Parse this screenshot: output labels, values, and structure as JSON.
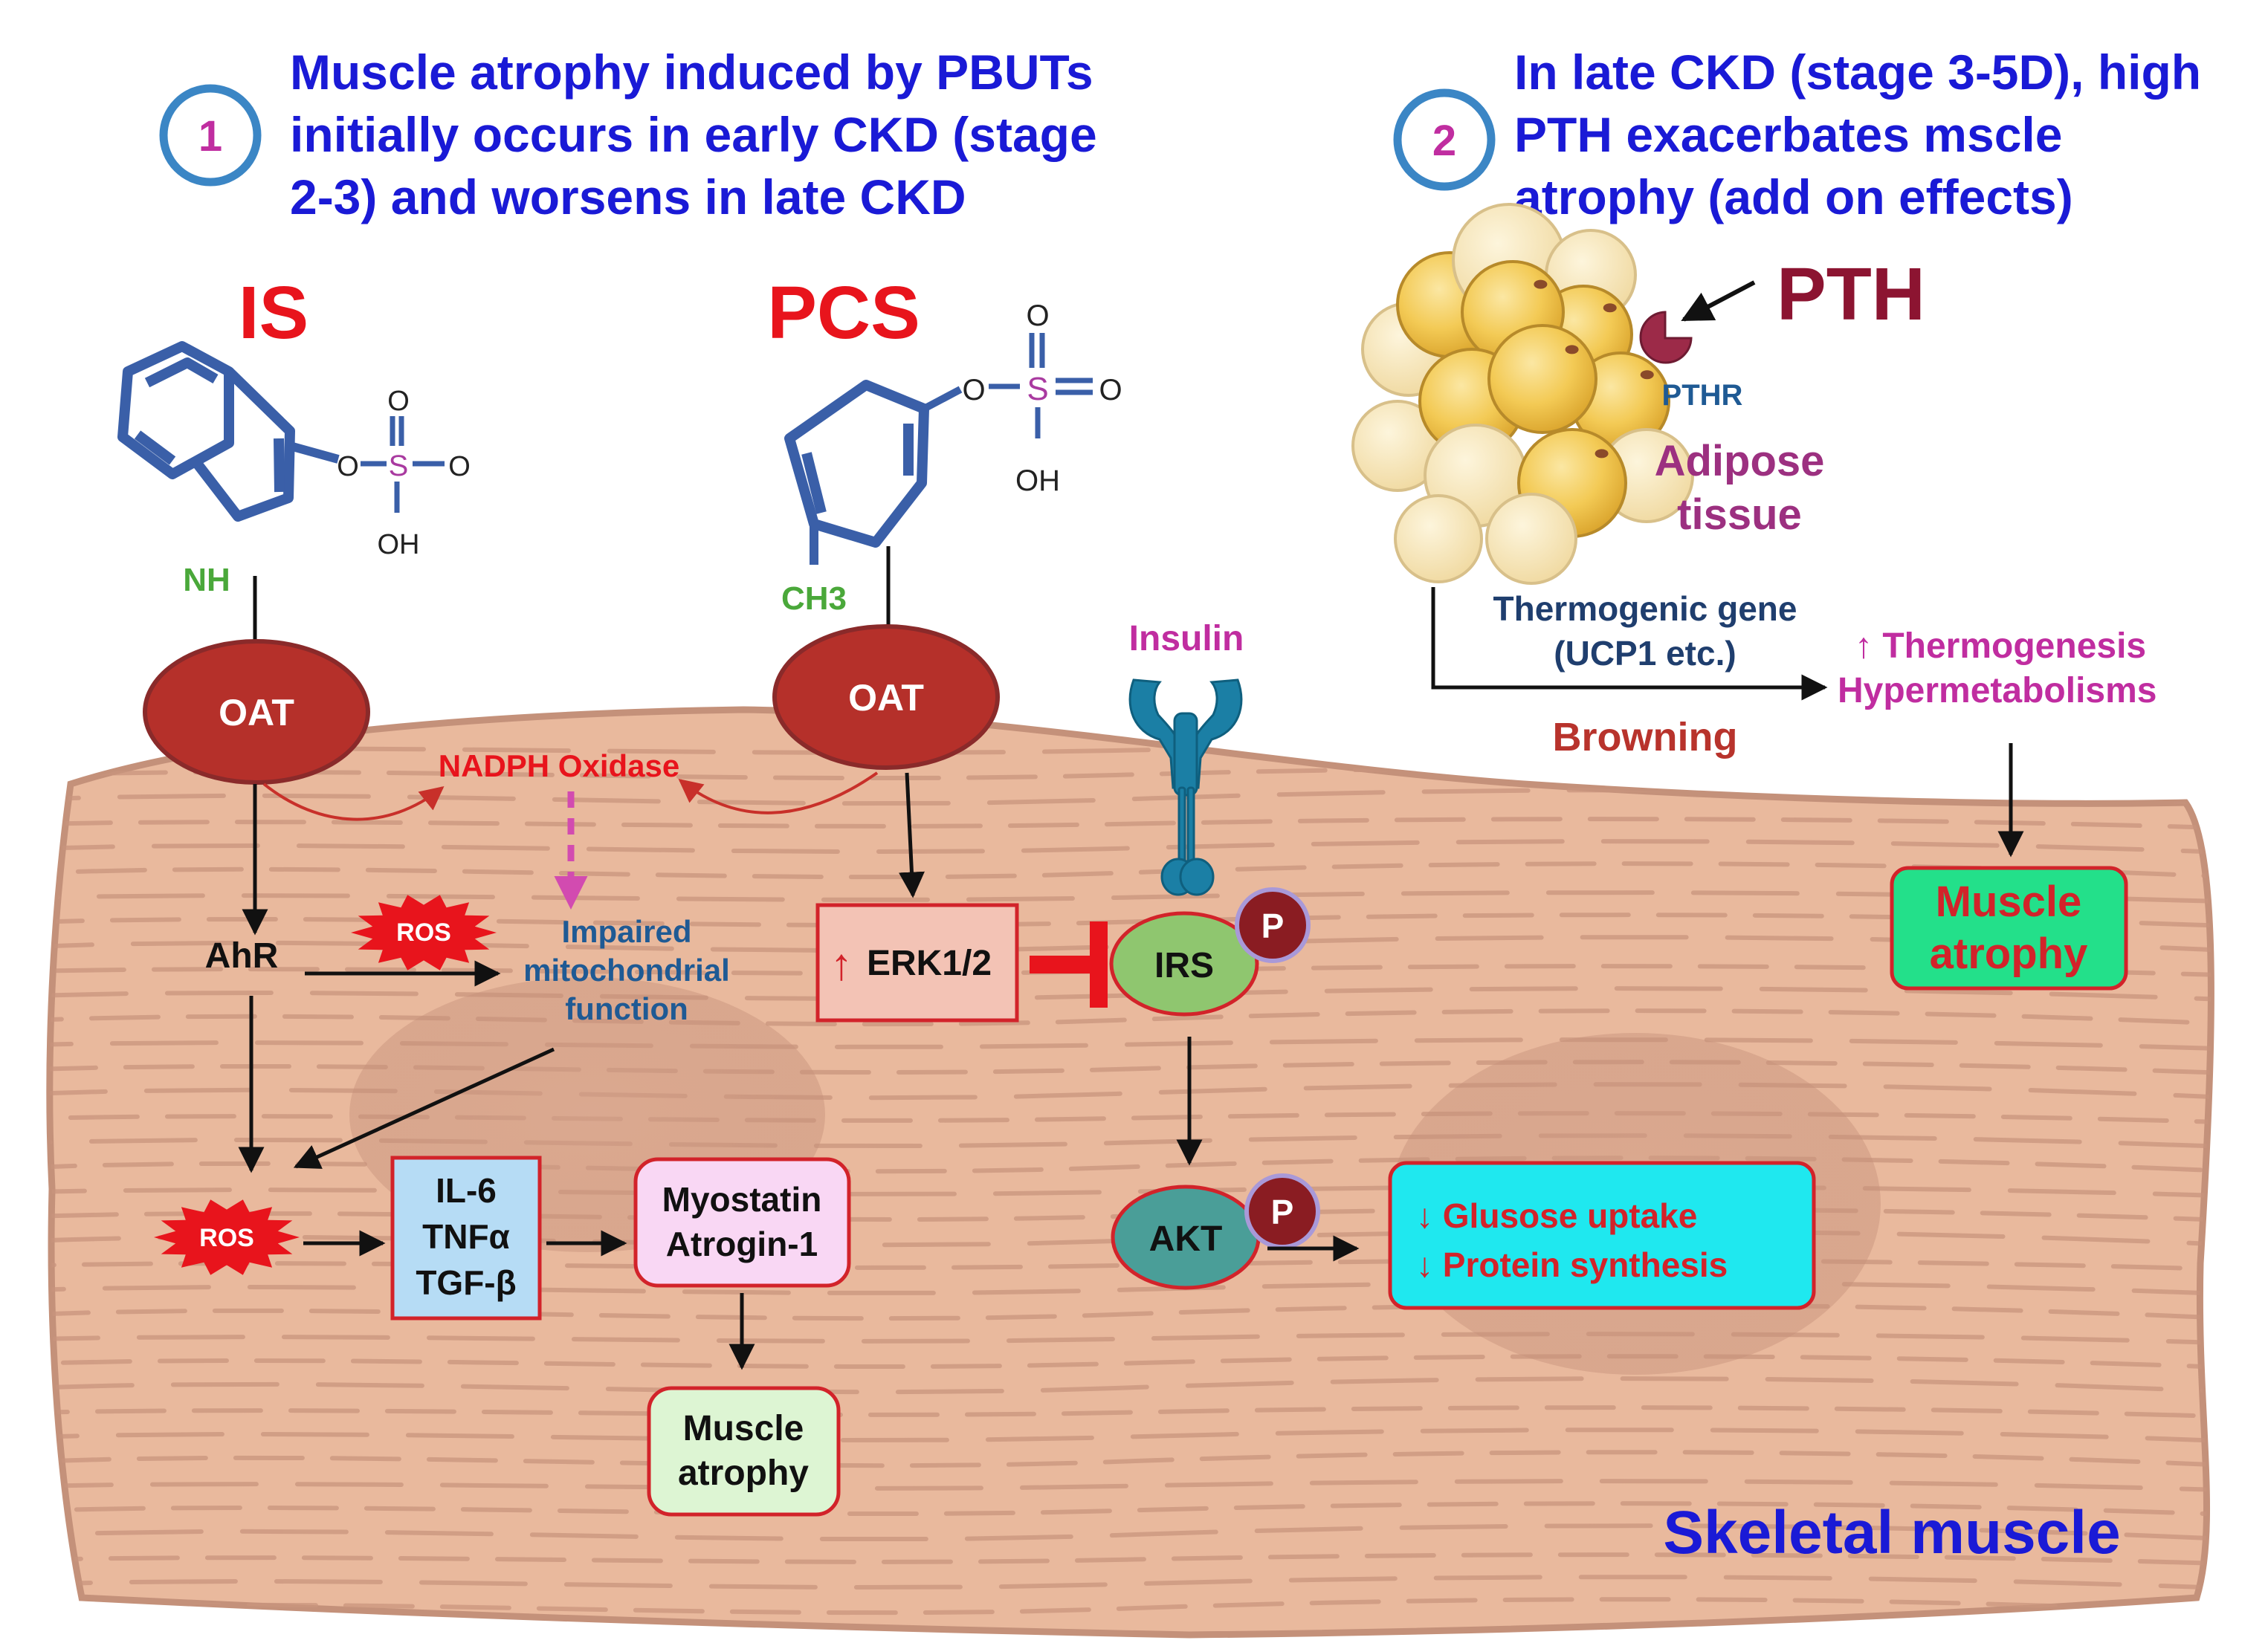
{
  "panel1": {
    "number": "1",
    "title_lines": [
      "Muscle atrophy induced by PBUTs",
      "initially occurs in early CKD (stage",
      "2-3) and worsens in late CKD"
    ]
  },
  "panel2": {
    "number": "2",
    "title_lines": [
      "In late CKD (stage 3-5D), high",
      "PTH exacerbates mscle",
      "atrophy (add on effects)"
    ]
  },
  "toxins": {
    "is_label": "IS",
    "pcs_label": "PCS"
  },
  "chem": {
    "o": "O",
    "s": "S",
    "oh": "OH",
    "nh": "NH",
    "ch3": "CH3"
  },
  "transporters": {
    "oat_left": "OAT",
    "oat_right": "OAT"
  },
  "muscle_pathway": {
    "nadph_oxidase": "NADPH Oxidase",
    "ahr": "AhR",
    "ros_top": "ROS",
    "ros_bottom": "ROS",
    "impaired_lines": [
      "Impaired",
      "mitochondrial",
      "function"
    ],
    "cytokine_lines": [
      "IL-6",
      "TNFα",
      "TGF-β"
    ],
    "myostatin_lines": [
      "Myostatin",
      "Atrogin-1"
    ],
    "atrophy_lines": [
      "Muscle",
      "atrophy"
    ]
  },
  "insulin_pathway": {
    "insulin": "Insulin",
    "erk_arrow": "↑",
    "erk": "ERK1/2",
    "irs": "IRS",
    "akt": "AKT",
    "phospho": "P",
    "effect_lines": [
      "↓ Glusose uptake",
      "↓ Protein synthesis"
    ]
  },
  "pth_panel": {
    "pth": "PTH",
    "pthr": "PTHR",
    "adipose_lines": [
      "Adipose",
      "tissue"
    ],
    "thermogenic_lines": [
      "Thermogenic gene",
      "(UCP1 etc.)"
    ],
    "browning": "Browning",
    "thermogenesis": "↑ Thermogenesis",
    "hypermetabolism": "Hypermetabolisms",
    "atrophy_lines": [
      "Muscle",
      "atrophy"
    ]
  },
  "footer": {
    "tissue_label": "Skeletal muscle"
  },
  "colors": {
    "title_blue": "#1a1ad6",
    "toxin_red": "#e8141c",
    "oat_fill": "#b5302a",
    "muscle_fill": "#e9b99d",
    "muscle_stroke": "#c4917a",
    "pathway_blue": "#1f5a94",
    "insulin_magenta": "#c02da0",
    "pth_maroon": "#8c1431",
    "box_red": "#d2232a",
    "irs_green": "#8fc66f",
    "akt_teal": "#4a9e98",
    "effects_cyan": "#1fe8ef",
    "muscle_atrophy_green": "#23e08a"
  }
}
